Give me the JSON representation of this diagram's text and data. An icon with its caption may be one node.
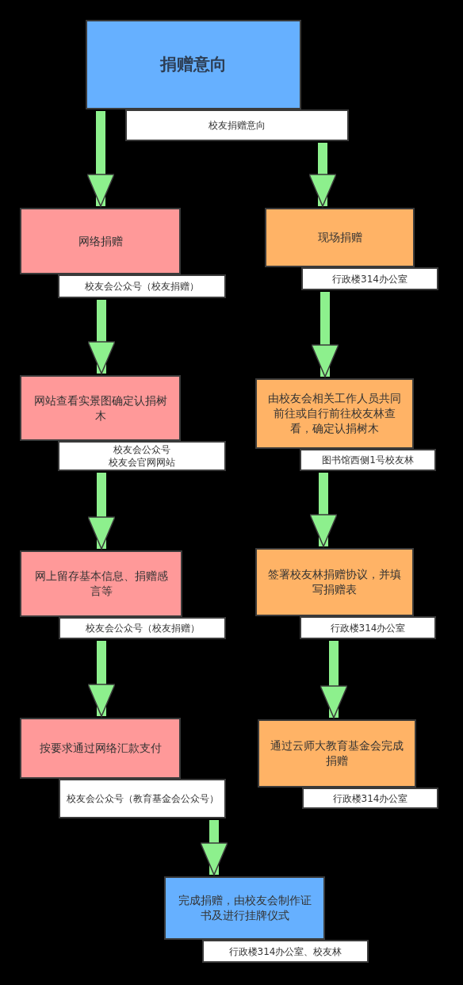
{
  "diagram": {
    "nodes": [
      {
        "text": [
          "捐赠意向"
        ]
      },
      {
        "text": [
          "校友捐赠意向"
        ]
      },
      {
        "text": [
          "网络捐赠"
        ]
      },
      {
        "text": [
          "校友会公众号（校友捐赠）"
        ]
      },
      {
        "text": [
          "现场捐赠"
        ]
      },
      {
        "text": [
          "行政楼314办公室"
        ]
      },
      {
        "text": [
          "网站查看实景图确定认捐树木"
        ]
      },
      {
        "text": [
          "校友会公众号",
          "校友会官网网站"
        ]
      },
      {
        "text": [
          "由校友会相关工作人员共同前往或自行前往校友林查看，确定认捐树木"
        ]
      },
      {
        "text": [
          "图书馆西侧1号校友林"
        ]
      },
      {
        "text": [
          "网上留存基本信息、捐赠感言等"
        ]
      },
      {
        "text": [
          "校友会公众号（校友捐赠）"
        ]
      },
      {
        "text": [
          "签署校友林捐赠协议，并填写捐赠表"
        ]
      },
      {
        "text": [
          "行政楼314办公室"
        ]
      },
      {
        "text": [
          "按要求通过网络汇款支付"
        ]
      },
      {
        "text": [
          "校友会公众号（教育基金会公众号）"
        ]
      },
      {
        "text": [
          "通过云师大教育基金会完成捐赠"
        ]
      },
      {
        "text": [
          "行政楼314办公室"
        ]
      },
      {
        "text": [
          "完成捐赠，由校友会制作证书及进行挂牌仪式"
        ]
      },
      {
        "text": [
          "行政楼314办公室、校友林"
        ]
      }
    ],
    "edges": [
      {
        "from": 0,
        "to": 2,
        "arrow": "to"
      },
      {
        "from": 1,
        "to": 4,
        "arrow": "to"
      },
      {
        "from": 3,
        "to": 6,
        "arrow": "to"
      },
      {
        "from": 5,
        "to": 8,
        "arrow": "to"
      },
      {
        "from": 7,
        "to": 10,
        "arrow": "to"
      },
      {
        "from": 9,
        "to": 12,
        "arrow": "to"
      },
      {
        "from": 11,
        "to": 14,
        "arrow": "to"
      },
      {
        "from": 13,
        "to": 16,
        "arrow": "to"
      },
      {
        "from": 15,
        "to": 18,
        "arrow": "to"
      }
    ]
  }
}
